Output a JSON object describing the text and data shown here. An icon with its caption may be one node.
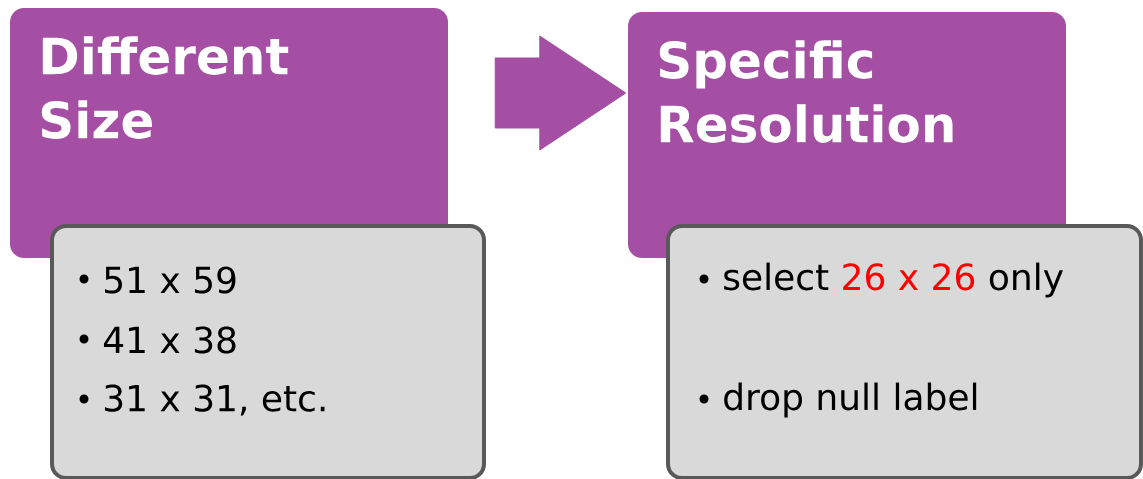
{
  "diagram": {
    "nodes": [
      {
        "text": [
          "Different Size"
        ]
      },
      {
        "text": [
          "51 x 59",
          "41 x 38",
          "31 x 31, etc."
        ]
      },
      {
        "text": [
          "Specific Resolution"
        ]
      },
      {
        "text": [
          "select",
          "26 x 26",
          "only",
          "drop null label"
        ]
      }
    ],
    "edges": [
      {
        "from": 0,
        "to": 2,
        "arrow": "to"
      }
    ]
  }
}
